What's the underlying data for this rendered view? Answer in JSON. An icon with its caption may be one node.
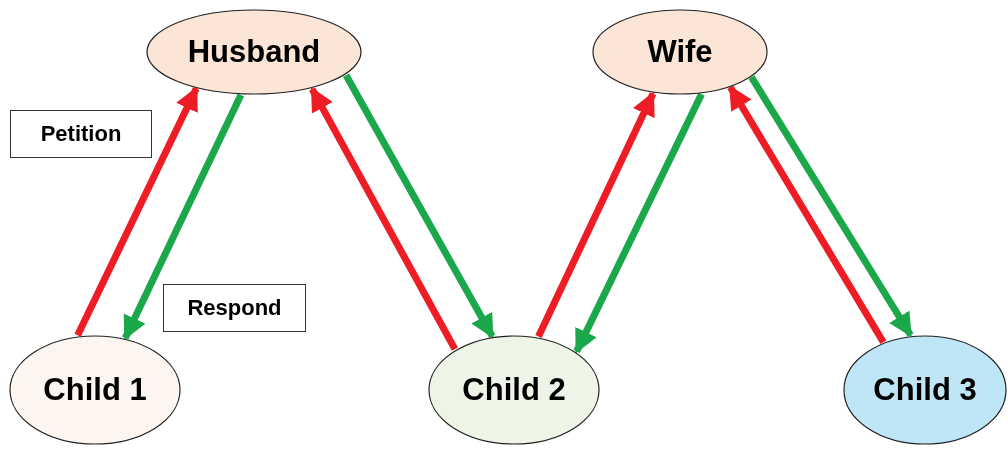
{
  "diagram": {
    "nodes": [
      {
        "text": [
          "Husband"
        ]
      },
      {
        "text": [
          "Wife"
        ]
      },
      {
        "text": [
          "Child 1"
        ]
      },
      {
        "text": [
          "Child 2"
        ]
      },
      {
        "text": [
          "Child 3"
        ]
      }
    ],
    "edges": [
      {
        "from": 2,
        "to": 0,
        "arrow": "to",
        "color": "#ee1c25"
      },
      {
        "from": 0,
        "to": 2,
        "arrow": "to",
        "color": "#1aa84a"
      },
      {
        "from": 3,
        "to": 0,
        "arrow": "to",
        "color": "#ee1c25"
      },
      {
        "from": 0,
        "to": 3,
        "arrow": "to",
        "color": "#1aa84a"
      },
      {
        "from": 3,
        "to": 1,
        "arrow": "to",
        "color": "#ee1c25"
      },
      {
        "from": 1,
        "to": 3,
        "arrow": "to",
        "color": "#1aa84a"
      },
      {
        "from": 4,
        "to": 1,
        "arrow": "to",
        "color": "#ee1c25"
      },
      {
        "from": 1,
        "to": 4,
        "arrow": "to",
        "color": "#1aa84a"
      }
    ],
    "labels": [
      "Petition",
      "Respond"
    ]
  }
}
